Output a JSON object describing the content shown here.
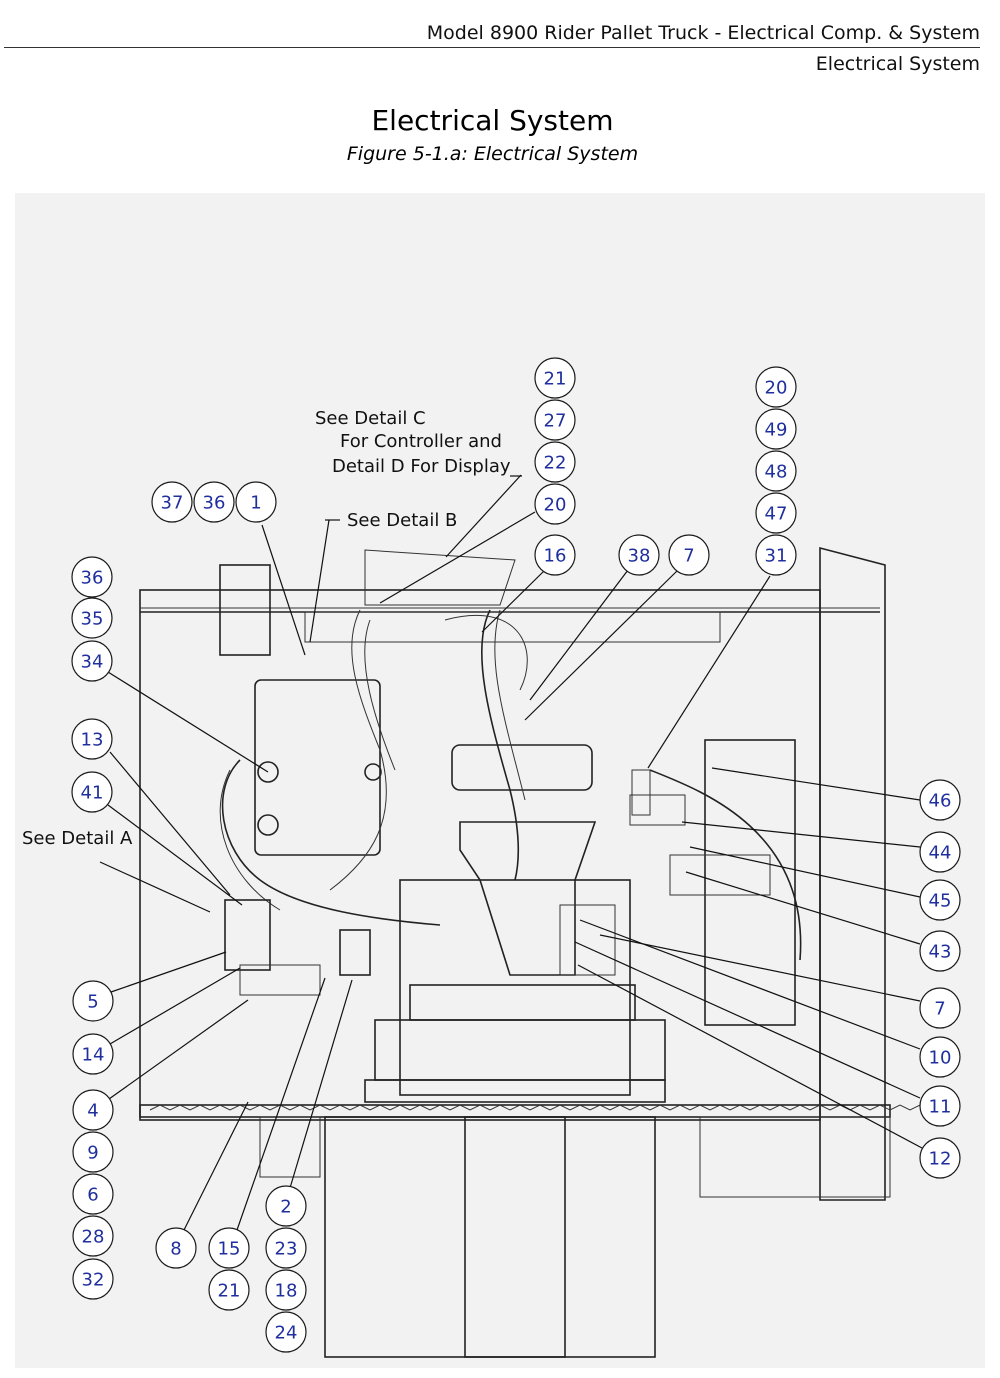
{
  "header": {
    "line1": "Model 8900 Rider Pallet Truck - Electrical Comp. & System",
    "line2": "Electrical System"
  },
  "title": "Electrical System",
  "caption": "Figure 5-1.a: Electrical System",
  "notes": {
    "detail_c": "See Detail C",
    "controller": "For Controller and",
    "display": "Detail D For Display",
    "detail_b": "See Detail B",
    "detail_a": "See Detail A"
  },
  "callouts": [
    "21",
    "27",
    "22",
    "20",
    "20",
    "49",
    "48",
    "47",
    "37",
    "36",
    "1",
    "16",
    "38",
    "7",
    "31",
    "36",
    "35",
    "34",
    "13",
    "41",
    "46",
    "44",
    "45",
    "43",
    "7",
    "10",
    "11",
    "12",
    "5",
    "14",
    "4",
    "9",
    "6",
    "28",
    "32",
    "8",
    "15",
    "21",
    "2",
    "23",
    "18",
    "24"
  ],
  "colors": {
    "bubble_text": "#1f2f9e",
    "line": "#111111",
    "panel": "#f2f2f2"
  }
}
